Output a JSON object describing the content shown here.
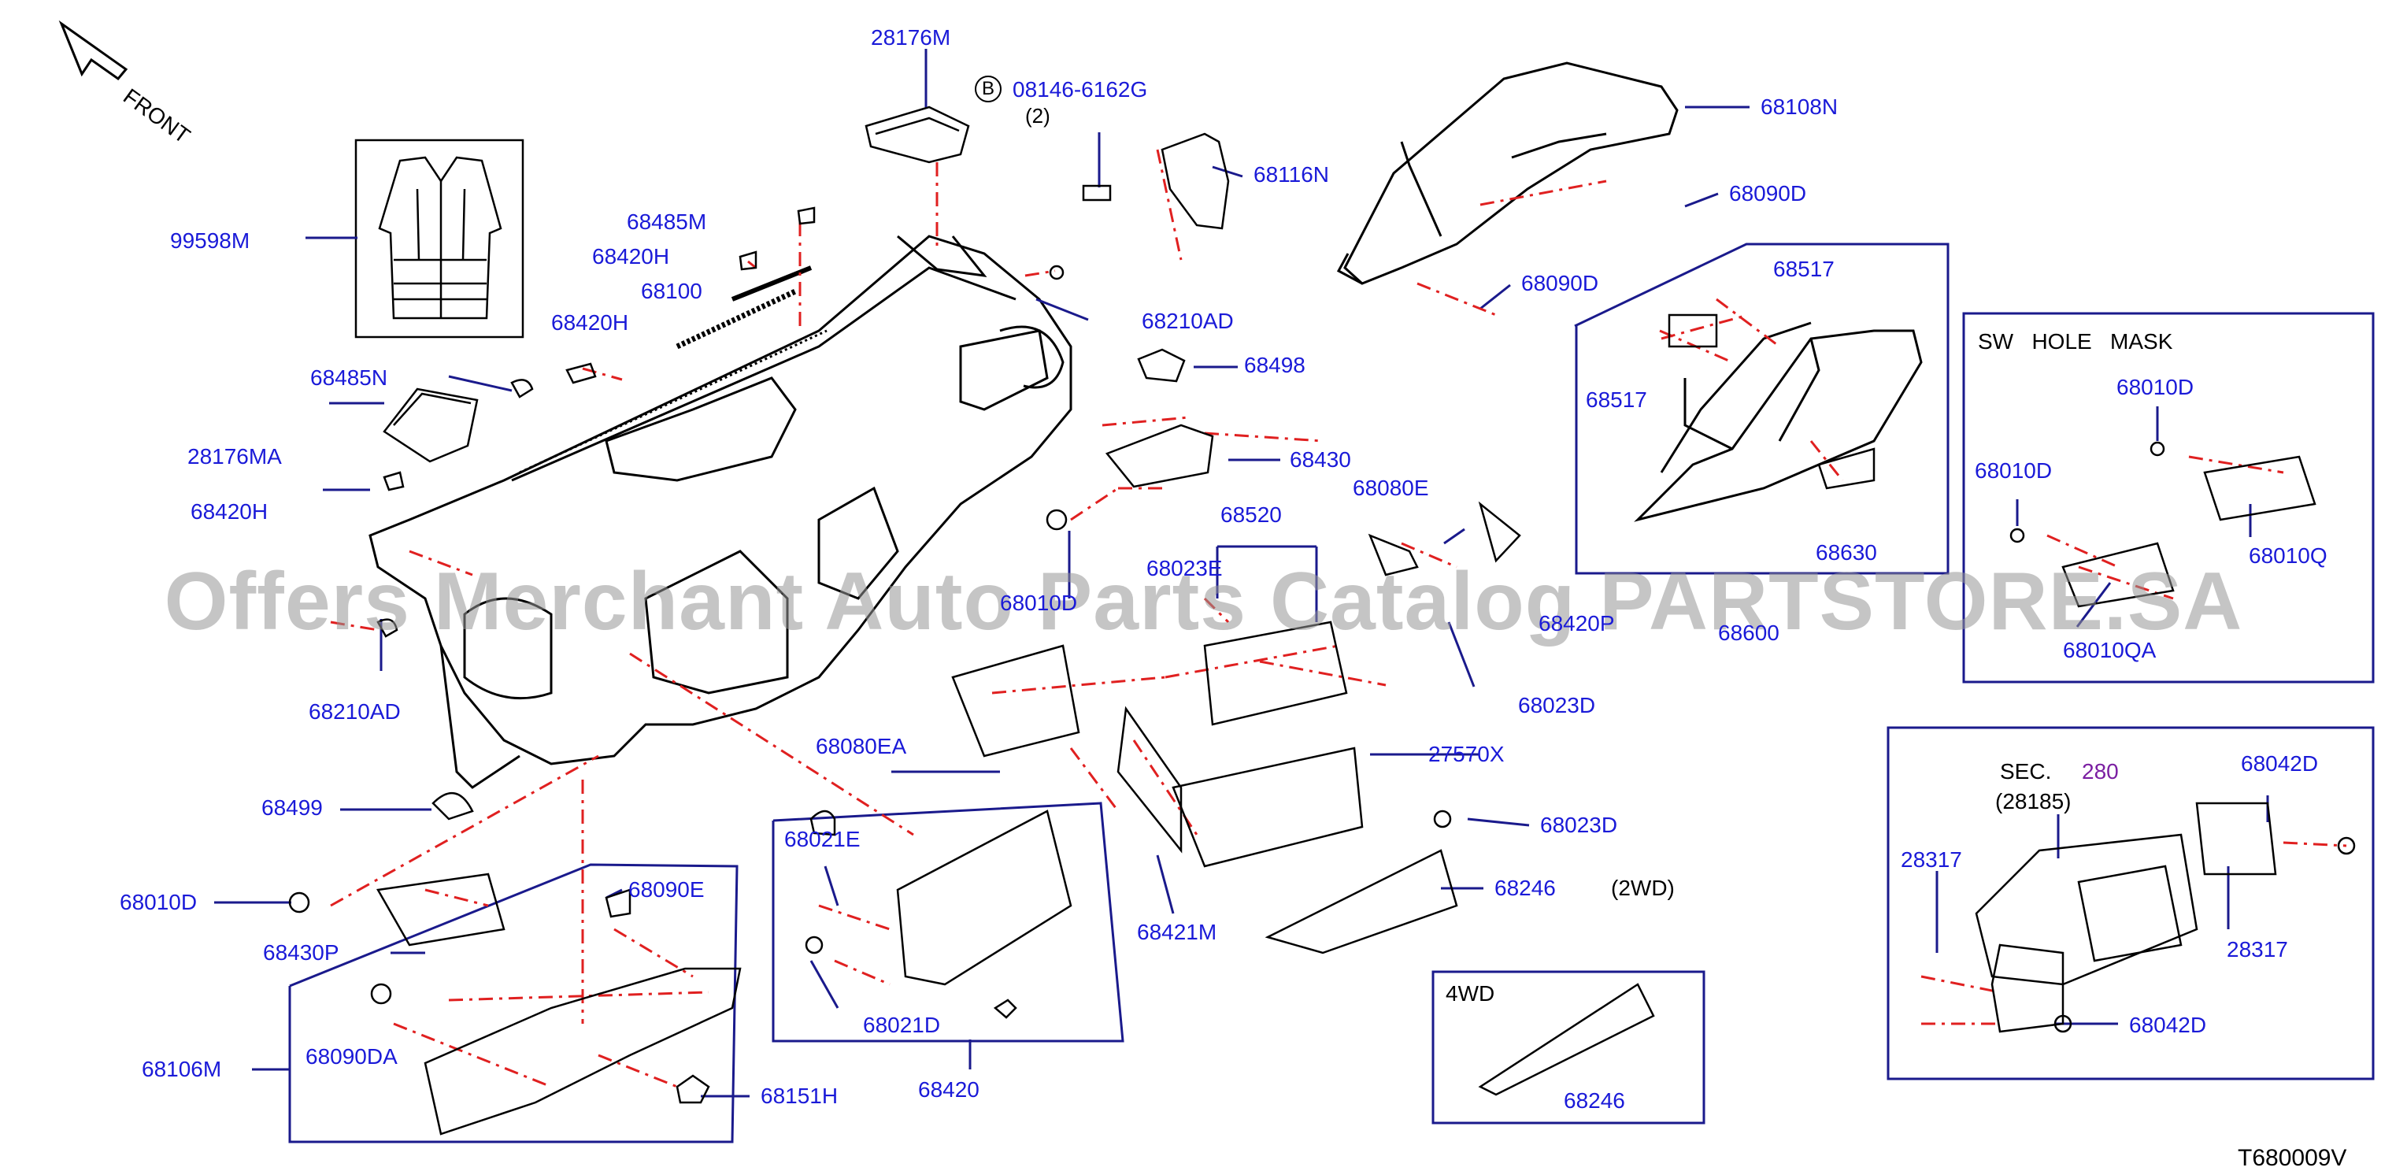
{
  "diagram_code": "T680009V",
  "watermark": "Offers Merchant Auto Parts Catalog PARTSTORE.SA",
  "front_label": "FRONT",
  "bolt_callout": {
    "badge": "B",
    "part": "08146-6162G",
    "qty": "(2)"
  },
  "section_ref": {
    "prefix": "SEC.",
    "number": "280",
    "subref": "(28185)"
  },
  "box_titles": {
    "sw_hole_mask": "SW   HOLE   MASK",
    "wd4": "4WD",
    "wd2": "(2WD)"
  },
  "parts": [
    {
      "id": "28176M",
      "label": "28176M"
    },
    {
      "id": "99598M",
      "label": "99598M"
    },
    {
      "id": "68485M",
      "label": "68485M"
    },
    {
      "id": "68420H-a",
      "label": "68420H"
    },
    {
      "id": "68100",
      "label": "68100"
    },
    {
      "id": "68420H-b",
      "label": "68420H"
    },
    {
      "id": "68485N",
      "label": "68485N"
    },
    {
      "id": "28176MA",
      "label": "28176MA"
    },
    {
      "id": "68420H-c",
      "label": "68420H"
    },
    {
      "id": "68210AD-a",
      "label": "68210AD"
    },
    {
      "id": "68116N",
      "label": "68116N"
    },
    {
      "id": "68108N",
      "label": "68108N"
    },
    {
      "id": "68090D-a",
      "label": "68090D"
    },
    {
      "id": "68090D-b",
      "label": "68090D"
    },
    {
      "id": "68517-a",
      "label": "68517"
    },
    {
      "id": "68517-b",
      "label": "68517"
    },
    {
      "id": "68630",
      "label": "68630"
    },
    {
      "id": "68600",
      "label": "68600"
    },
    {
      "id": "68498",
      "label": "68498"
    },
    {
      "id": "68430",
      "label": "68430"
    },
    {
      "id": "68520",
      "label": "68520"
    },
    {
      "id": "68080E",
      "label": "68080E"
    },
    {
      "id": "68023E",
      "label": "68023E"
    },
    {
      "id": "68010D-a",
      "label": "68010D"
    },
    {
      "id": "68420P",
      "label": "68420P"
    },
    {
      "id": "68023D-a",
      "label": "68023D"
    },
    {
      "id": "68210AD-b",
      "label": "68210AD"
    },
    {
      "id": "68080EA",
      "label": "68080EA"
    },
    {
      "id": "27570X",
      "label": "27570X"
    },
    {
      "id": "68023D-b",
      "label": "68023D"
    },
    {
      "id": "68246-a",
      "label": "68246"
    },
    {
      "id": "68499",
      "label": "68499"
    },
    {
      "id": "68010D-b",
      "label": "68010D"
    },
    {
      "id": "68430P",
      "label": "68430P"
    },
    {
      "id": "68090E",
      "label": "68090E"
    },
    {
      "id": "68106M",
      "label": "68106M"
    },
    {
      "id": "68090DA",
      "label": "68090DA"
    },
    {
      "id": "68151H",
      "label": "68151H"
    },
    {
      "id": "68021E",
      "label": "68021E"
    },
    {
      "id": "68021D",
      "label": "68021D"
    },
    {
      "id": "68421M",
      "label": "68421M"
    },
    {
      "id": "68420",
      "label": "68420"
    },
    {
      "id": "68246-b",
      "label": "68246"
    },
    {
      "id": "68010D-c",
      "label": "68010D"
    },
    {
      "id": "68010D-d",
      "label": "68010D"
    },
    {
      "id": "68010Q",
      "label": "68010Q"
    },
    {
      "id": "68010QA",
      "label": "68010QA"
    },
    {
      "id": "68042D-a",
      "label": "68042D"
    },
    {
      "id": "28317-a",
      "label": "28317"
    },
    {
      "id": "28317-b",
      "label": "28317"
    },
    {
      "id": "68042D-b",
      "label": "68042D"
    }
  ],
  "colors": {
    "label": "#1a1ad8",
    "leader": "#1a1a8c",
    "dash": "#e02020",
    "line": "#000000",
    "section": "#7b1fa2",
    "watermark": "#969696"
  }
}
